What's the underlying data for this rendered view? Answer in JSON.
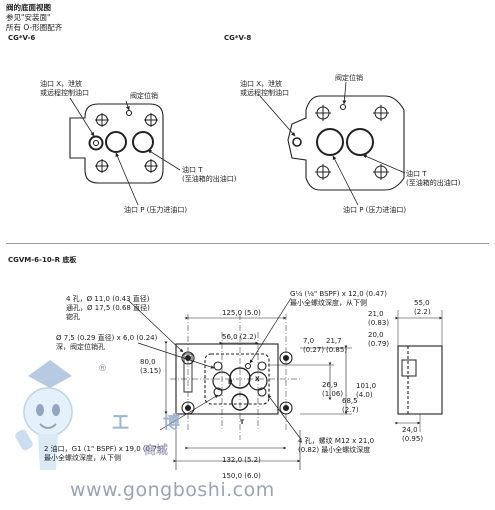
{
  "header": {
    "line1": "阀的底面视图",
    "line2": "参见\"安装面\"",
    "line3": "所有 O-形圈配齐"
  },
  "left_view": {
    "title": "CG*V-6",
    "port_x_label": "油口 X，泄放\n或远程控制油口",
    "locating_pin_label": "阀定位销",
    "port_t_label": "油口 T\n(至油箱的出油口)",
    "port_p_label": "油口 P (压力进油口)"
  },
  "right_view": {
    "title": "CG*V-8",
    "locating_pin_label": "阀定位销",
    "port_x_label": "油口 X，泄放\n或远程控制油口",
    "port_t_label": "油口 T\n(至油箱的出油口)",
    "port_p_label": "油口 P (压力进油口)"
  },
  "subplate": {
    "title": "CGVM-6-10-R  底板",
    "note_4holes": "4 孔，Ø 11,0 (0.43 直径)\n通孔，Ø 17,5 (0.68 直径)\n锪孔",
    "note_pin": "Ø 7,5 (0.29 直径) x 6,0 (0.24)\n深，阀定位销孔",
    "note_g14": "G¹⁄₄ (¹⁄₄\" BSPF) x 12,0 (0.47)\n最小全螺纹深度，从下侧",
    "note_2ports": "2 油口，G1 (1\" BSPF) x 19,0 (0.75)\n最小全螺纹深度，从下侧",
    "note_4threads": "4 孔，螺纹 M12 x 21,0\n(0.82) 最小全螺纹深度",
    "dim_125": "125,0 (5.0)",
    "dim_56": "56,0 (2.2)",
    "dim_7": "7,0\n(0.27)",
    "dim_217": "21,7\n(0.85)",
    "dim_210": "21,0\n(0.83)",
    "dim_200": "20,0\n(0.79)",
    "dim_550": "55,0\n(2.2)",
    "dim_80": "80,0\n(3.15)",
    "dim_101": "101,0\n(4.0)",
    "dim_269": "26,9\n(1.06)",
    "dim_685": "68,5\n(2.7)",
    "dim_240": "24,0\n(0.95)",
    "dim_132": "132,0 (5.2)",
    "dim_150": "150,0 (6.0)",
    "mark_p": "P",
    "mark_x": "X",
    "mark_t": "T"
  },
  "watermark": {
    "brand": "工 博",
    "shop": "商城",
    "url": "www.gongboshi.com",
    "reg": "®"
  }
}
